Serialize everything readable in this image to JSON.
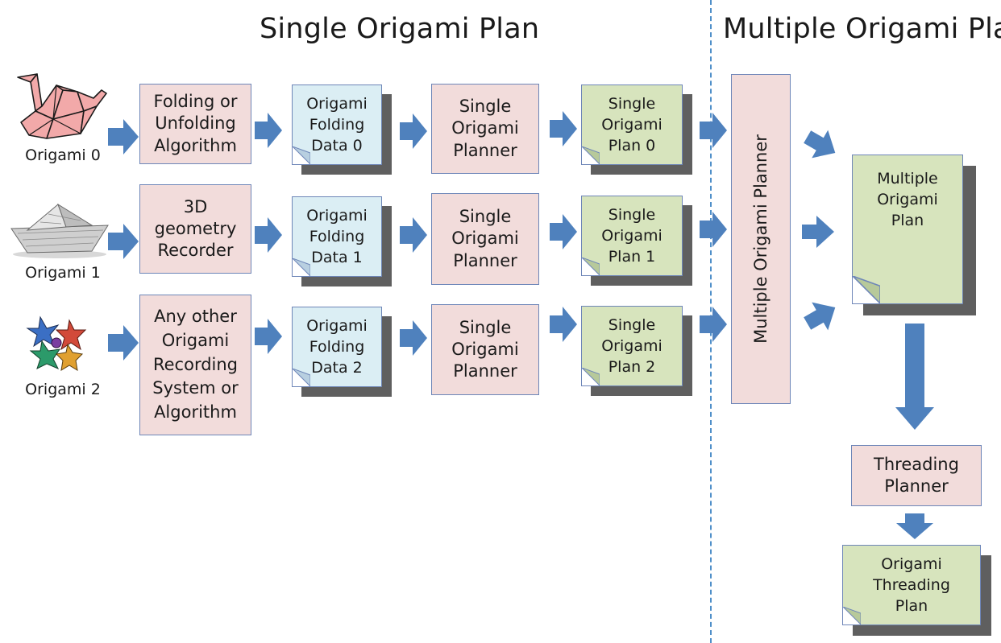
{
  "titles": {
    "single": "Single Origami Plan",
    "multiple": "Multiple Origami Plan"
  },
  "rows": [
    {
      "origami_label": "Origami 0",
      "origami_icon": "paper-crane-icon",
      "recorder": [
        "Folding or",
        "Unfolding",
        "Algorithm"
      ],
      "folding_data": [
        "Origami",
        "Folding",
        "Data 0"
      ],
      "planner": [
        "Single",
        "Origami",
        "Planner"
      ],
      "plan": [
        "Single",
        "Origami",
        "Plan 0"
      ]
    },
    {
      "origami_label": "Origami 1",
      "origami_icon": "paper-boat-icon",
      "recorder": [
        "3D",
        "geometry",
        "Recorder"
      ],
      "folding_data": [
        "Origami",
        "Folding",
        "Data 1"
      ],
      "planner": [
        "Single",
        "Origami",
        "Planner"
      ],
      "plan": [
        "Single",
        "Origami",
        "Plan 1"
      ]
    },
    {
      "origami_label": "Origami 2",
      "origami_icon": "origami-stars-icon",
      "recorder": [
        "Any other",
        "Origami",
        "Recording",
        "System or",
        "Algorithm"
      ],
      "folding_data": [
        "Origami",
        "Folding",
        "Data 2"
      ],
      "planner": [
        "Single",
        "Origami",
        "Planner"
      ],
      "plan": [
        "Single",
        "Origami",
        "Plan 2"
      ]
    }
  ],
  "multiple_planner": "Multiple Origami Planner",
  "multiple_plan": [
    "Multiple",
    "Origami",
    "Plan"
  ],
  "threading_planner": [
    "Threading",
    "Planner"
  ],
  "threading_plan": [
    "Origami",
    "Threading",
    "Plan"
  ],
  "colors": {
    "process_fill": "#f2dcdb",
    "data_fill": "#dbeef4",
    "plan_fill": "#d7e4bd",
    "arrow": "#4f81bd",
    "border": "#6e86b8",
    "divider": "#4f8fc9"
  }
}
